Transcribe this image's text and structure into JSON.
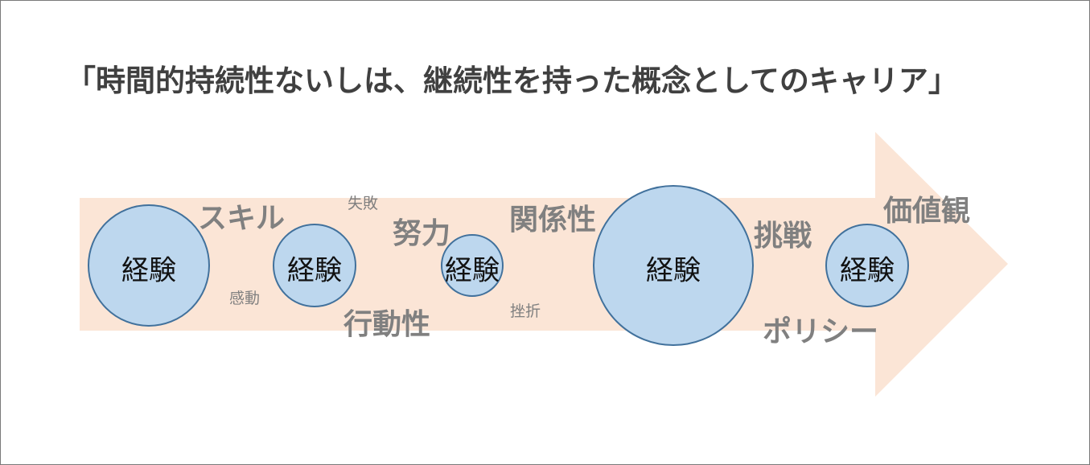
{
  "title": "「時間的持続性ないしは、継続性を持った概念としてのキャリア」",
  "colors": {
    "arrow_fill": "#fbe5d6",
    "circle_fill": "#bdd7ee",
    "circle_stroke": "#41719c",
    "keyword_text": "#808080",
    "title_text": "#404040",
    "border": "#7a7a7a"
  },
  "circles": [
    {
      "label": "経験"
    },
    {
      "label": "経験"
    },
    {
      "label": "経験"
    },
    {
      "label": "経験"
    },
    {
      "label": "経験"
    }
  ],
  "keywords": {
    "skill": "スキル",
    "kando": "感動",
    "shippai": "失敗",
    "doryoku": "努力",
    "koudousei": "行動性",
    "kankeisei": "関係性",
    "zasetsu": "挫折",
    "chousen": "挑戦",
    "policy": "ポリシー",
    "kachikan": "価値観"
  }
}
